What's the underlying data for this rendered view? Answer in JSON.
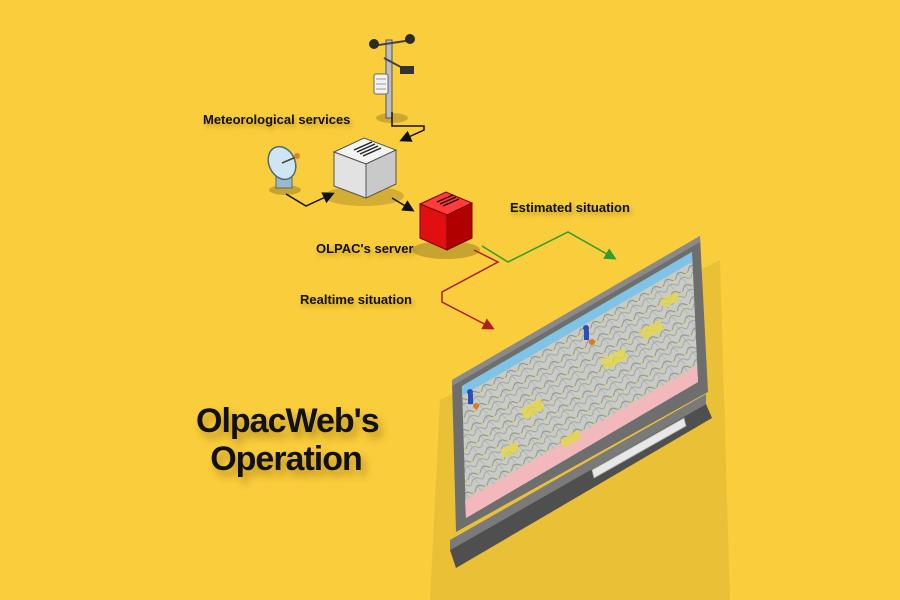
{
  "diagram": {
    "labels": {
      "meteorological_services": "Meteorological services",
      "olpac_server": "OLPAC's server",
      "realtime_situation": "Realtime situation",
      "estimated_situation": "Estimated situation"
    },
    "title_line1": "OlpacWeb's",
    "title_line2": "Operation"
  },
  "colors": {
    "background": "#f9cd3b",
    "realtime_arrow": "#b01e1e",
    "estimated_arrow": "#2e9e2e",
    "server_local": "#e0e0e0",
    "server_olpac": "#e01010",
    "monitor_frame": "#6e6e6e",
    "map_header": "#7fc3e6",
    "map_footer": "#f2b8bc"
  },
  "icons": [
    "weather-station-icon",
    "satellite-dish-icon",
    "meteo-server-icon",
    "olpac-server-icon",
    "laptop-icon"
  ]
}
